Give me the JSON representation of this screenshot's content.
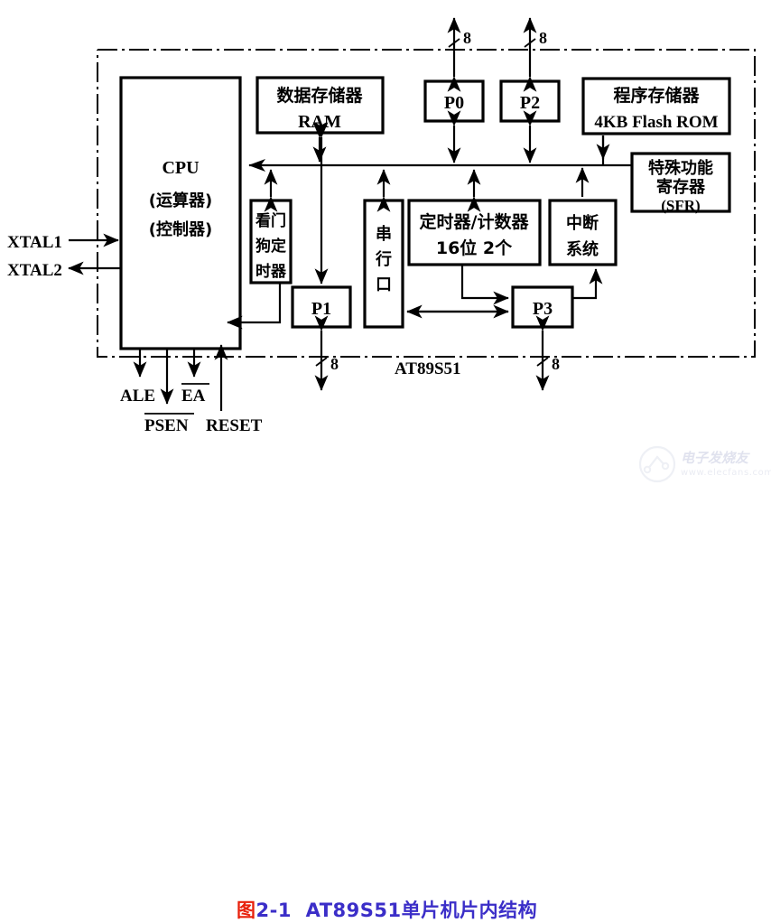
{
  "figure": {
    "caption_prefix": "图",
    "caption_number": "2-1",
    "caption_title": "AT89S51单片机片内结构",
    "chip_label": "AT89S51",
    "colors": {
      "caption_prefix": "#E8200B",
      "caption_text": "#3B2EC8",
      "ink": "#000000",
      "paper": "#FFFFFF"
    }
  },
  "watermark": {
    "text": "电子发烧友",
    "url": "www.elecfans.com"
  },
  "blocks": {
    "cpu": {
      "line1": "CPU",
      "line2": "(运算器)",
      "line3": "(控制器)"
    },
    "ram": {
      "line1": "数据存储器",
      "line2": "RAM"
    },
    "watchdog": {
      "line1": "看门",
      "line2": "狗定",
      "line3": "时器"
    },
    "serial": {
      "line1": "串",
      "line2": "行",
      "line3": "口"
    },
    "timer": {
      "line1": "定时器/计数器",
      "line2": "16位  2个"
    },
    "interrupt": {
      "line1": "中断",
      "line2": "系统"
    },
    "rom": {
      "line1": "程序存储器",
      "line2": "4KB Flash ROM"
    },
    "sfr": {
      "line1": "特殊功能",
      "line2": "寄存器",
      "line3": "(SFR)"
    },
    "p0": {
      "label": "P0"
    },
    "p1": {
      "label": "P1"
    },
    "p2": {
      "label": "P2"
    },
    "p3": {
      "label": "P3"
    }
  },
  "pins": {
    "xtal1": "XTAL1",
    "xtal2": "XTAL2",
    "ale": "ALE",
    "psen": "PSEN",
    "ea": "EA",
    "reset": "RESET"
  },
  "bus_widths": {
    "p0_top": "8",
    "p2_top": "8",
    "p1_bottom": "8",
    "p3_bottom": "8"
  },
  "chart_data": {
    "type": "diagram",
    "title": "AT89S51单片机片内结构",
    "nodes": [
      "CPU (运算器)(控制器)",
      "数据存储器 RAM",
      "看门狗定时器",
      "串行口",
      "定时器/计数器 16位 2个",
      "中断系统",
      "程序存储器 4KB Flash ROM",
      "特殊功能寄存器 (SFR)",
      "P0",
      "P1",
      "P2",
      "P3"
    ],
    "bus_label": "internal bus",
    "external_pins": [
      "XTAL1",
      "XTAL2",
      "ALE",
      "PSEN",
      "EA",
      "RESET"
    ],
    "bus_widths": [
      8,
      8,
      8,
      8
    ]
  }
}
